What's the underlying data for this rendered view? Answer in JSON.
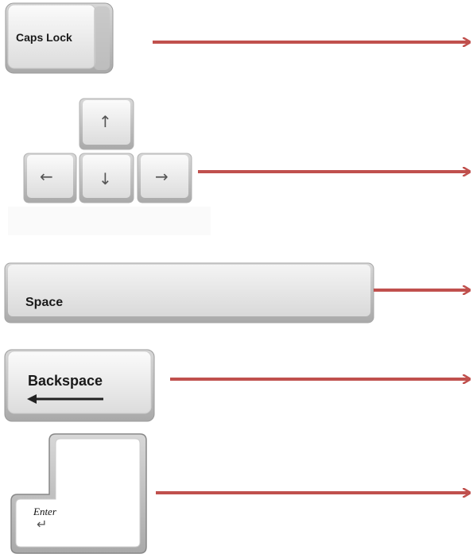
{
  "keys": {
    "caps_lock": "Caps Lock",
    "arrow_up": "↑",
    "arrow_left": "←",
    "arrow_down": "↓",
    "arrow_right": "→",
    "space": "Space",
    "backspace": "Backspace",
    "enter": "Enter",
    "enter_glyph": "↵"
  },
  "colors": {
    "arrow": "#c0504d",
    "key_face": "#efefef",
    "key_edge": "#bdbdbd"
  }
}
